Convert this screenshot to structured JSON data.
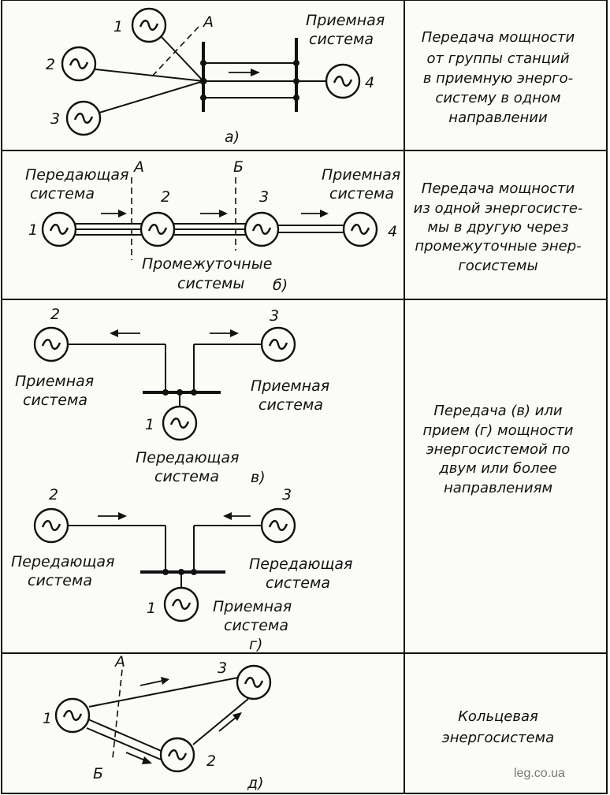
{
  "table": {
    "rows": [
      {
        "id": "a",
        "diagram_tag": "а)",
        "description": [
          "Передача мощности",
          "от группы станций",
          "в приемную энерго-",
          "систему в одном",
          "направлении"
        ],
        "labels": {
          "gen1": "1",
          "gen2": "2",
          "gen3": "3",
          "gen4": "4",
          "section_a": "А",
          "receiving_1": "Приемная",
          "receiving_2": "система"
        }
      },
      {
        "id": "b",
        "diagram_tag": "б)",
        "description": [
          "Передача мощности",
          "из одной энергосисте-",
          "мы в другую через",
          "промежуточные энер-",
          "госистемы"
        ],
        "labels": {
          "sending_1": "Передающая",
          "sending_2": "система",
          "receiving_1": "Приемная",
          "receiving_2": "система",
          "intermediate_1": "Промежуточные",
          "intermediate_2": "системы",
          "section_a": "А",
          "section_b": "Б",
          "gen1": "1",
          "gen2": "2",
          "gen3": "3",
          "gen4": "4"
        }
      },
      {
        "id": "vg",
        "diagram_tag_v": "в)",
        "diagram_tag_g": "г)",
        "description": [
          "Передача (в) или",
          "прием (г) мощности",
          "энергосистемой по",
          "двум или более",
          "направлениям"
        ],
        "labels_v": {
          "gen1": "1",
          "gen2": "2",
          "gen3": "3",
          "recv_left_1": "Приемная",
          "recv_left_2": "система",
          "recv_right_1": "Приемная",
          "recv_right_2": "система",
          "send_1": "Передающая",
          "send_2": "система"
        },
        "labels_g": {
          "gen1": "1",
          "gen2": "2",
          "gen3": "3",
          "send_left_1": "Передающая",
          "send_left_2": "система",
          "send_right_1": "Передающая",
          "send_right_2": "система",
          "recv_1": "Приемная",
          "recv_2": "система"
        }
      },
      {
        "id": "d",
        "diagram_tag": "д)",
        "description": [
          "Кольцевая",
          "энергосистема"
        ],
        "labels": {
          "gen1": "1",
          "gen2": "2",
          "gen3": "3",
          "section_a": "А",
          "section_b": "Б"
        }
      }
    ]
  },
  "watermark": "leg.co.ua"
}
